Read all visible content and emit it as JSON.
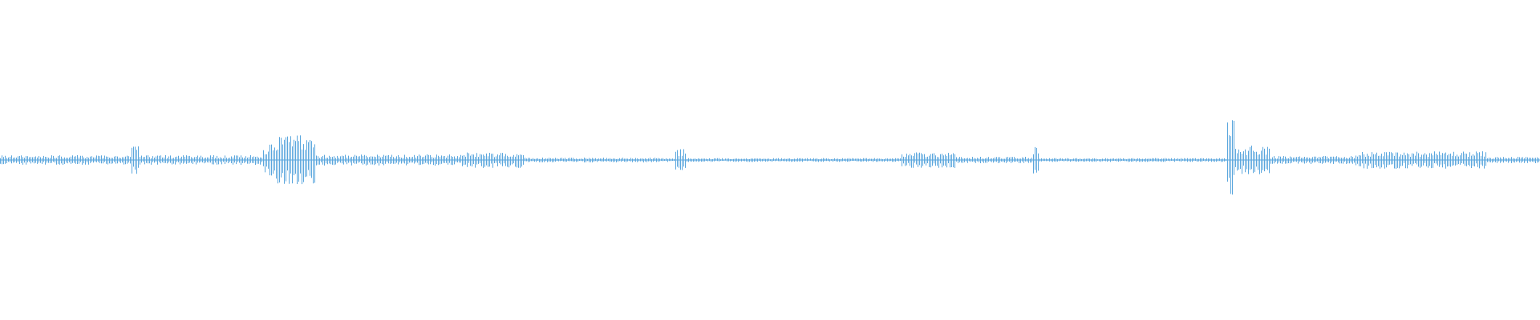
{
  "waveform": {
    "color": "#5aa6dd",
    "background": "#ffffff",
    "baseline_amplitude": 0.012,
    "segments": [
      {
        "start": 0.0,
        "end": 0.085,
        "amplitude": 0.03
      },
      {
        "start": 0.085,
        "end": 0.09,
        "amplitude": 0.09
      },
      {
        "start": 0.09,
        "end": 0.17,
        "amplitude": 0.03
      },
      {
        "start": 0.17,
        "end": 0.178,
        "amplitude": 0.1
      },
      {
        "start": 0.178,
        "end": 0.205,
        "amplitude": 0.16
      },
      {
        "start": 0.205,
        "end": 0.3,
        "amplitude": 0.035
      },
      {
        "start": 0.3,
        "end": 0.34,
        "amplitude": 0.05
      },
      {
        "start": 0.34,
        "end": 0.43,
        "amplitude": 0.015
      },
      {
        "start": 0.438,
        "end": 0.445,
        "amplitude": 0.07
      },
      {
        "start": 0.445,
        "end": 0.585,
        "amplitude": 0.012
      },
      {
        "start": 0.585,
        "end": 0.62,
        "amplitude": 0.05
      },
      {
        "start": 0.62,
        "end": 0.67,
        "amplitude": 0.02
      },
      {
        "start": 0.67,
        "end": 0.675,
        "amplitude": 0.09
      },
      {
        "start": 0.675,
        "end": 0.795,
        "amplitude": 0.012
      },
      {
        "start": 0.796,
        "end": 0.802,
        "amplitude": 0.26
      },
      {
        "start": 0.802,
        "end": 0.825,
        "amplitude": 0.09
      },
      {
        "start": 0.825,
        "end": 0.88,
        "amplitude": 0.025
      },
      {
        "start": 0.88,
        "end": 0.965,
        "amplitude": 0.055
      },
      {
        "start": 0.965,
        "end": 1.0,
        "amplitude": 0.02
      }
    ]
  }
}
